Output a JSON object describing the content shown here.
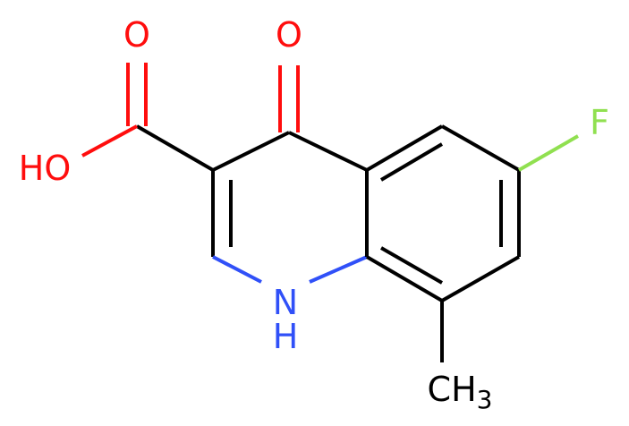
{
  "molecule": {
    "atoms": {
      "oxo_oxygen": "O",
      "carboxyl_oxygen": "O",
      "hydroxyl": "HO",
      "fluorine": "F",
      "ring_nitrogen": "N",
      "nitrogen_hydrogen": "H",
      "methyl": "CH",
      "methyl_subscript": "3"
    },
    "colors": {
      "bond": "#000000",
      "oxygen": "#ff0d0d",
      "nitrogen": "#3050f8",
      "fluorine": "#90e050",
      "methyl": "#000000"
    }
  }
}
